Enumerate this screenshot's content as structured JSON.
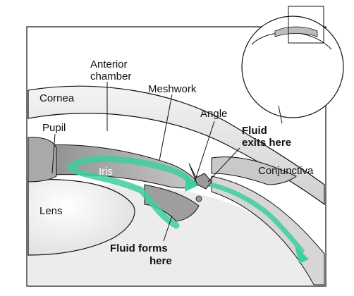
{
  "labels": {
    "anterior_chamber_line1": "Anterior",
    "anterior_chamber_line2": "chamber",
    "meshwork": "Meshwork",
    "cornea": "Cornea",
    "angle": "Angle",
    "pupil": "Pupil",
    "fluid_exits_line1": "Fluid",
    "fluid_exits_line2": "exits here",
    "iris": "Iris",
    "conjunctiva": "Conjunctiva",
    "lens": "Lens",
    "fluid_forms_line1": "Fluid forms",
    "fluid_forms_line2": "here"
  },
  "colors": {
    "fluid_flow": "#3ecf9a",
    "tissue_gray": "#b9b9b9",
    "line": "#111111"
  }
}
